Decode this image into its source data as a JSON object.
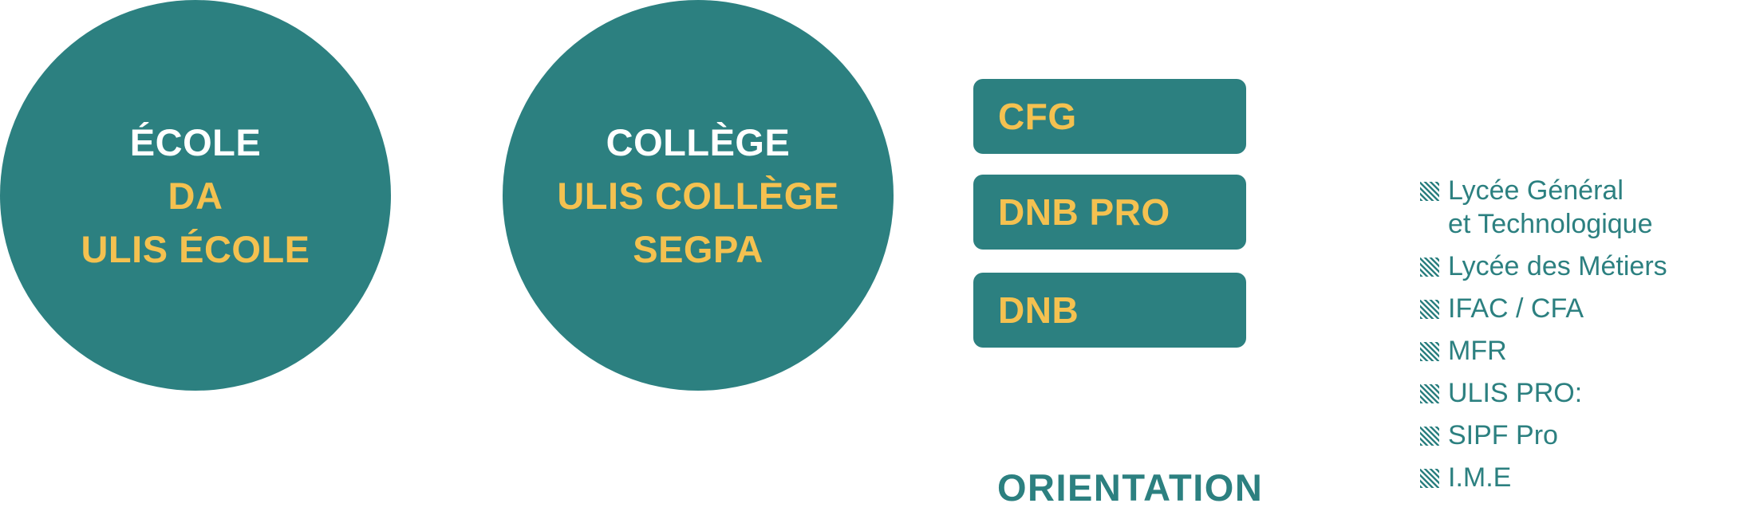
{
  "colors": {
    "teal": "#2c8080",
    "gold": "#f4c150",
    "white": "#ffffff"
  },
  "circles": [
    {
      "title": "ÉCOLE",
      "items": [
        "DA",
        "ULIS ÉCOLE"
      ]
    },
    {
      "title": "COLLÈGE",
      "items": [
        "ULIS COLLÈGE",
        "SEGPA"
      ]
    }
  ],
  "boxes": [
    "CFG",
    "DNB PRO",
    "DNB"
  ],
  "orientation_label": "ORIENTATION",
  "list": {
    "icon": "hatched-square-icon",
    "items": [
      [
        "Lycée Général",
        "et Technologique"
      ],
      [
        "Lycée des Métiers"
      ],
      [
        "IFAC / CFA"
      ],
      [
        "MFR"
      ],
      [
        "ULIS PRO:"
      ],
      [
        "SIPF Pro"
      ],
      [
        "I.M.E"
      ]
    ]
  }
}
